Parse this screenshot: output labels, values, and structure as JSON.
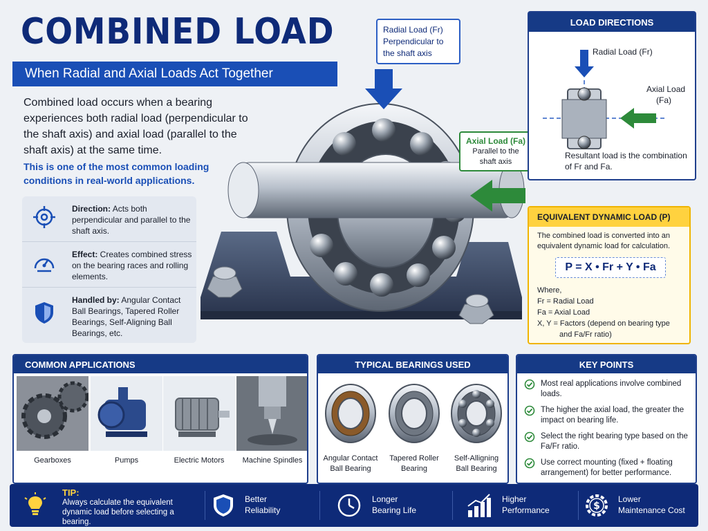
{
  "header": {
    "title": "COMBINED LOAD",
    "subtitle": "When Radial and Axial Loads Act Together"
  },
  "intro": {
    "text": "Combined load occurs when a bearing experiences both radial load (perpendicular to the shaft axis) and axial load (parallel to the shaft axis) at the same time.",
    "highlight": "This is one of the most common loading conditions in real-world applications."
  },
  "info": [
    {
      "label": "Direction:",
      "text": " Acts both perpendicular and parallel to the shaft axis.",
      "icon": "target-icon"
    },
    {
      "label": "Effect:",
      "text": " Creates combined stress on the bearing races and rolling elements.",
      "icon": "gauge-icon"
    },
    {
      "label": "Handled by:",
      "text": " Angular Contact Ball Bearings, Tapered Roller Bearings, Self-Aligning Ball Bearings, etc.",
      "icon": "shield-icon"
    }
  ],
  "callouts": {
    "radial": {
      "title": "Radial Load (Fr)",
      "desc": "Perpendicular to the shaft axis"
    },
    "axial": {
      "title": "Axial Load (Fa)",
      "desc": "Parallel to the shaft axis"
    }
  },
  "directions": {
    "heading": "LOAD DIRECTIONS",
    "radial_label": "Radial Load (Fr)",
    "axial_label_1": "Axial Load",
    "axial_label_2": "(Fa)",
    "note": "Resultant load is the combination of Fr and Fa."
  },
  "equivalent": {
    "heading": "EQUIVALENT DYNAMIC LOAD (P)",
    "desc": "The combined load is converted into an equivalent dynamic load for calculation.",
    "formula": "P = X • Fr + Y • Fa",
    "where": "Where,",
    "line_fr": "Fr  =  Radial Load",
    "line_fa": "Fa  =  Axial Load",
    "line_xy": "X, Y = Factors (depend on bearing type",
    "line_xy2": "and Fa/Fr ratio)"
  },
  "applications": {
    "heading": "COMMON APPLICATIONS",
    "items": [
      "Gearboxes",
      "Pumps",
      "Electric Motors",
      "Machine Spindles"
    ]
  },
  "bearings": {
    "heading": "TYPICAL BEARINGS USED",
    "items": [
      {
        "l1": "Angular Contact",
        "l2": "Ball Bearing"
      },
      {
        "l1": "Tapered Roller",
        "l2": "Bearing"
      },
      {
        "l1": "Self-Alligning",
        "l2": "Ball Bearing"
      }
    ]
  },
  "keypoints": {
    "heading": "KEY POINTS",
    "items": [
      "Most real applications involve combined loads.",
      "The higher the axial load, the greater the impact on bearing life.",
      "Select the right bearing type based on the Fa/Fr ratio.",
      "Use correct mounting (fixed + floating arrangement) for better performance."
    ]
  },
  "footer": {
    "tip_label": "TIP:",
    "tip_text": "Always calculate the equivalent dynamic load before selecting a bearing.",
    "items": [
      {
        "l1": "Better",
        "l2": "Reliability",
        "icon": "shield-check-icon"
      },
      {
        "l1": "Longer",
        "l2": "Bearing Life",
        "icon": "clock-icon"
      },
      {
        "l1": "Higher",
        "l2": "Performance",
        "icon": "growth-chart-icon"
      },
      {
        "l1": "Lower",
        "l2": "Maintenance Cost",
        "icon": "dollar-gear-icon"
      }
    ]
  },
  "colors": {
    "navy": "#0e2a78",
    "blue": "#1a4fb6",
    "green": "#2d8a3a",
    "yellow": "#ffd23f"
  }
}
